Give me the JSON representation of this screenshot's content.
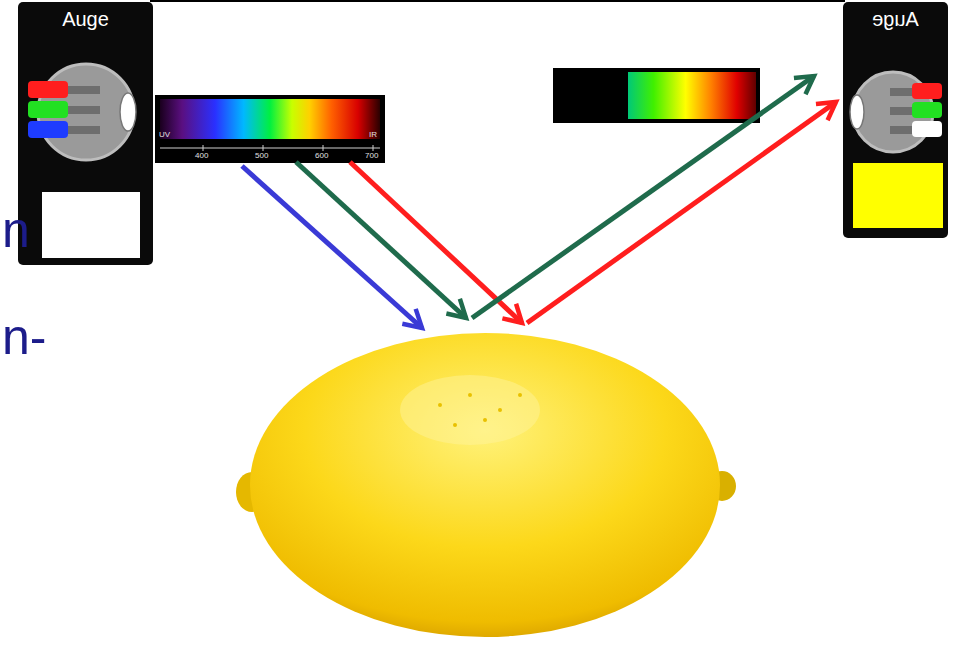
{
  "diagram": {
    "nodes": [
      {
        "text": [
          "Auge"
        ]
      },
      {
        "text": [
          "UV",
          "IR",
          "400",
          "500",
          "600",
          "700"
        ]
      },
      {
        "text": [
          "Auge"
        ]
      }
    ],
    "labels": [
      "n",
      "n-"
    ]
  }
}
